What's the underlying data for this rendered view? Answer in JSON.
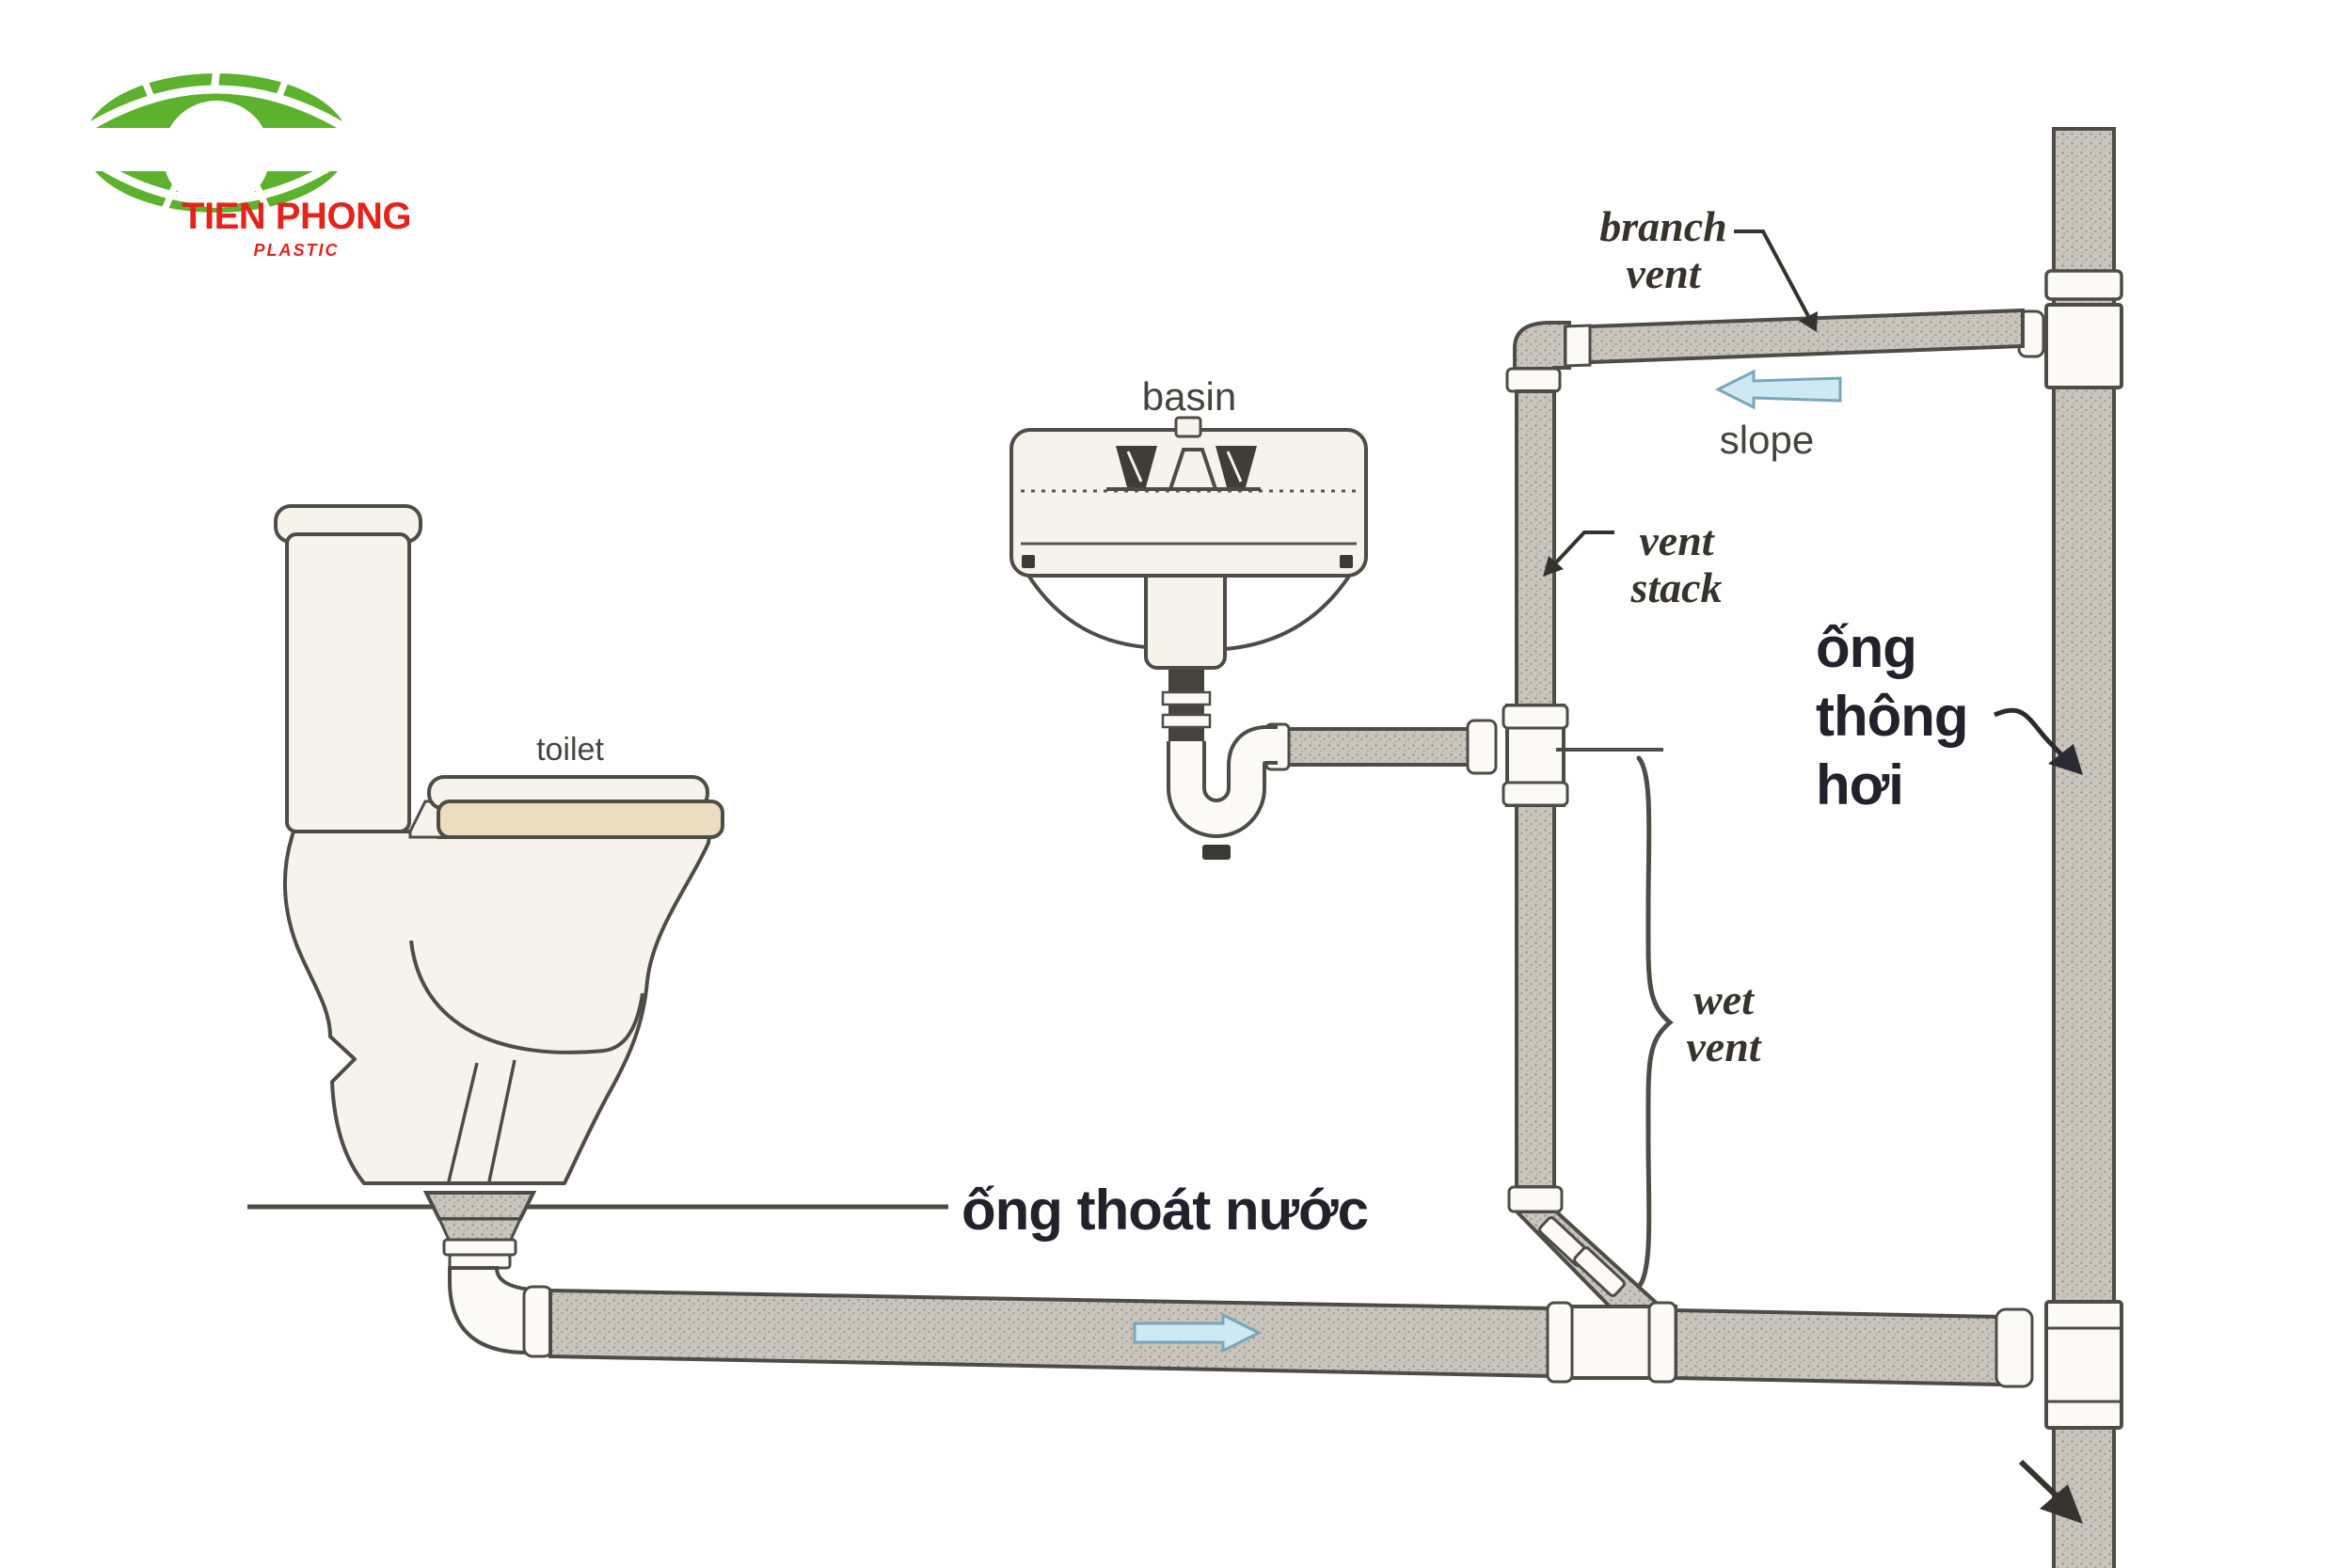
{
  "logo": {
    "title": "TIEN PHONG",
    "subtitle": "PLASTIC",
    "green": "#5cb22d",
    "red": "#e3231c"
  },
  "labels": {
    "branch_vent": {
      "line1": "branch",
      "line2": "vent"
    },
    "slope": "slope",
    "vent_stack": {
      "line1": "vent",
      "line2": "stack"
    },
    "vent_pipe_vi": {
      "line1": "ống",
      "line2": "thông",
      "line3": "hơi"
    },
    "wet_vent": {
      "line1": "wet",
      "line2": "vent"
    },
    "basin": "basin",
    "toilet": "toilet",
    "drain_pipe_vi": "ống thoát nước"
  },
  "colors": {
    "pipe_fill": "#c9c5bc",
    "pipe_dot": "#96928a",
    "outline": "#4e4c47",
    "fixture_fill": "#f6f3ec",
    "seat_tan": "#ecdcc0",
    "arrow_blue_fill": "#cfe9f4",
    "arrow_blue_stroke": "#79a6bb",
    "label_dark": "#23222c",
    "label_gray": "#45443e"
  }
}
